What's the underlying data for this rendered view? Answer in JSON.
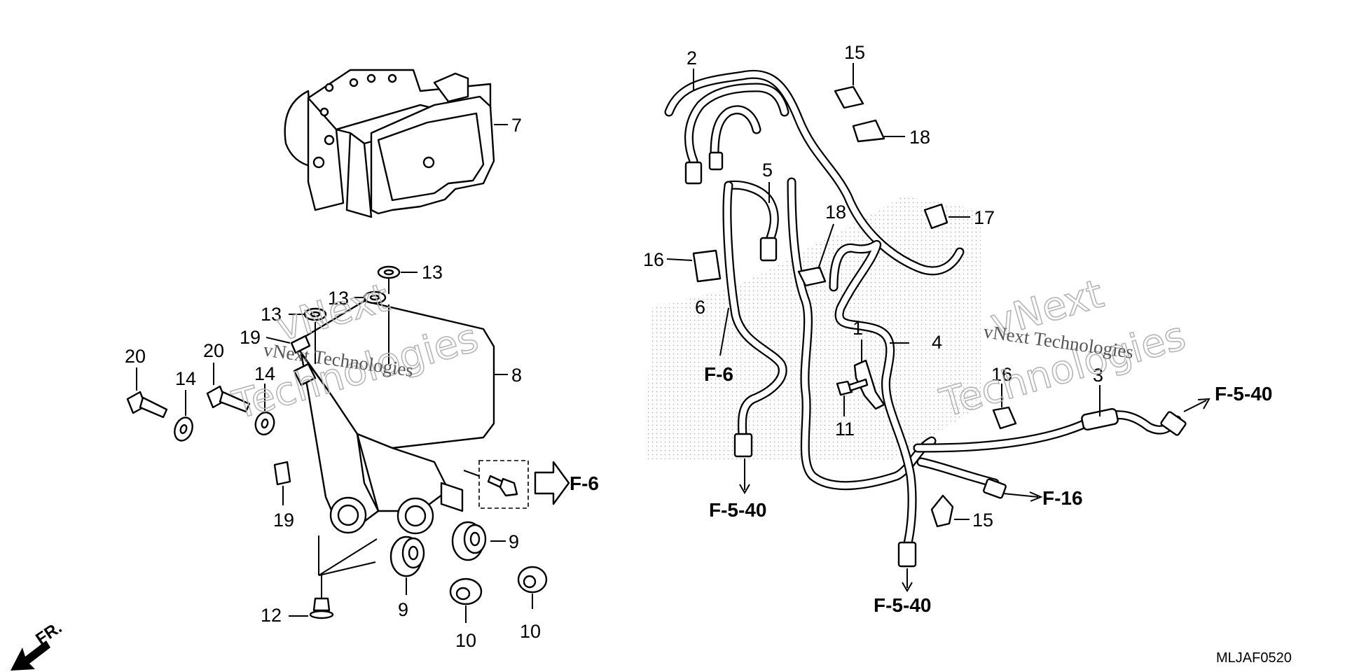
{
  "callouts": {
    "c1": "1",
    "c2": "2",
    "c3": "3",
    "c4": "4",
    "c5": "5",
    "c6": "6",
    "c7": "7",
    "c8": "8",
    "c9a": "9",
    "c9b": "9",
    "c10a": "10",
    "c10b": "10",
    "c11": "11",
    "c12": "12",
    "c13a": "13",
    "c13b": "13",
    "c13c": "13",
    "c14a": "14",
    "c14b": "14",
    "c15a": "15",
    "c15b": "15",
    "c16a": "16",
    "c16b": "16",
    "c17": "17",
    "c18a": "18",
    "c18b": "18",
    "c19a": "19",
    "c19b": "19",
    "c20a": "20",
    "c20b": "20"
  },
  "references": {
    "f6_main": "F-6",
    "f6_pipe": "F-6",
    "f5_40_left": "F-5-40",
    "f5_40_bottom": "F-5-40",
    "f5_40_right": "F-5-40",
    "f16": "F-16"
  },
  "watermark": {
    "brand": "vNext",
    "word": "Technologies",
    "tagline": "vNext Technologies"
  },
  "direction": {
    "front": "FR."
  },
  "diagram_code": "MLJAF0520",
  "colors": {
    "ink": "#000000",
    "watermark": "#b5b5b5",
    "stipple": "#9a9a9a"
  }
}
